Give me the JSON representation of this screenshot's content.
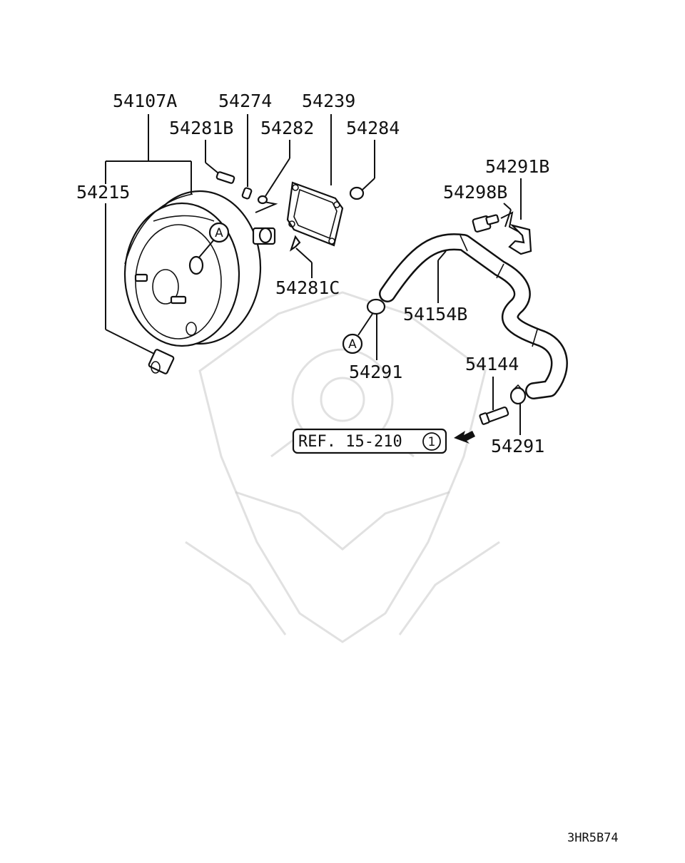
{
  "labels": {
    "l54107A": "54107A",
    "l54274": "54274",
    "l54239": "54239",
    "l54281B": "54281B",
    "l54282": "54282",
    "l54284": "54284",
    "l54215": "54215",
    "l54291B": "54291B",
    "l54298B": "54298B",
    "l54281C": "54281C",
    "l54154B": "54154B",
    "l54291a": "54291",
    "l54144": "54144",
    "l54291b": "54291"
  },
  "callouts": {
    "a_booster": "A",
    "a_clamp": "A"
  },
  "reference": {
    "text": "REF. 15-210",
    "circle_number": "1"
  },
  "diagram_code": "3HR5B74",
  "colors": {
    "line": "#111111",
    "watermark": "#c9c9c9"
  }
}
